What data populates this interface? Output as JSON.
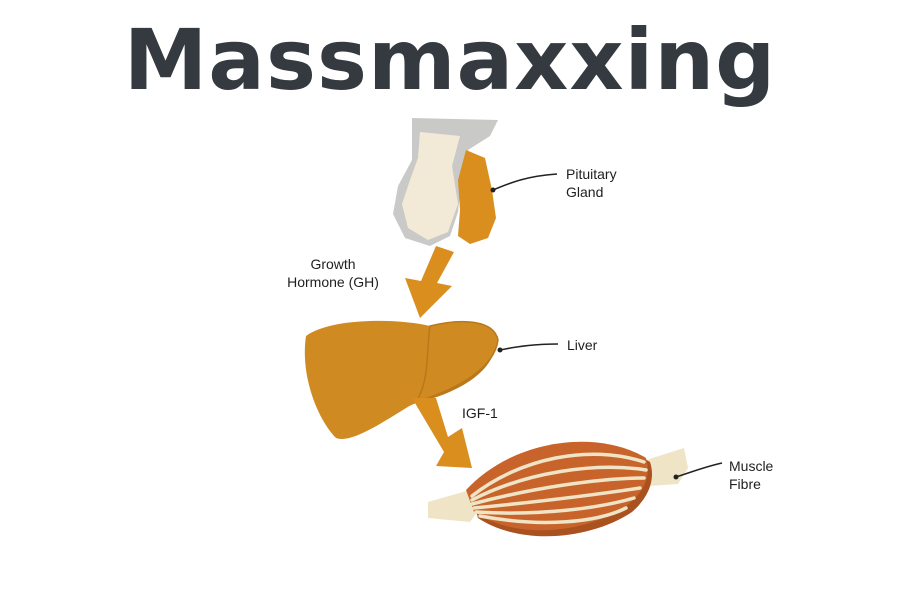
{
  "title": "Massmaxxing",
  "colors": {
    "title": "#343a40",
    "paper_gray": "#c9cac8",
    "paper_cream": "#f2ead6",
    "orange": "#d98e1e",
    "liver": "#cf8a22",
    "muscle_red": "#c8642b",
    "tendon": "#efe4c5",
    "leader_line": "#222222"
  },
  "labels": {
    "pituitary": [
      "Pituitary",
      "Gland"
    ],
    "growth_hormone": [
      "Growth",
      "Hormone (GH)"
    ],
    "liver": "Liver",
    "igf1": "IGF-1",
    "muscle": [
      "Muscle",
      "Fibre"
    ]
  }
}
